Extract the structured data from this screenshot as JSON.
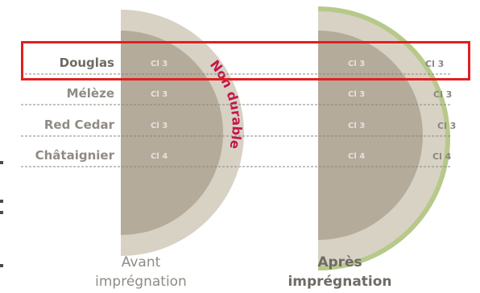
{
  "species": [
    {
      "name": "Douglas",
      "before": "Cl 3",
      "after_inner": "Cl 3",
      "after_outer": "Cl 3"
    },
    {
      "name": "Mélèze",
      "before": "Cl 3",
      "after_inner": "Cl 3",
      "after_outer": "Cl 3"
    },
    {
      "name": "Red Cedar",
      "before": "Cl 3",
      "after_inner": "Cl 3",
      "after_outer": "Cl 3"
    },
    {
      "name": "Châtaignier",
      "before": "Cl 4",
      "after_inner": "Cl 4",
      "after_outer": "Cl 4"
    }
  ],
  "arc_label": "Non durable",
  "captions": {
    "before_line1": "Avant",
    "before_line2": "imprégnation",
    "after_line1": "Après",
    "after_line2": "imprégnation"
  },
  "colors": {
    "heartwood": "#b4ab9b",
    "sapwood": "#d8d2c5",
    "treated_ring": "#b7c98a",
    "arc_text": "#c4164b",
    "highlight": "#e02020"
  },
  "highlighted_species": "Douglas"
}
